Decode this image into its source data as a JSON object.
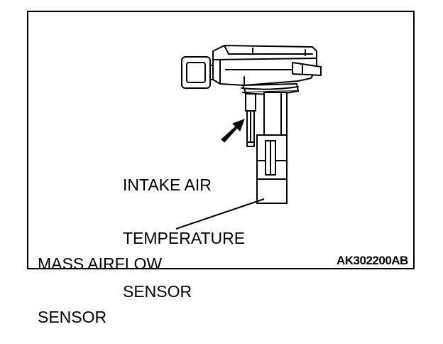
{
  "labels": {
    "intake_air_temp": [
      "INTAKE AIR",
      "TEMPERATURE",
      "SENSOR"
    ],
    "mass_airflow": [
      "MASS AIRFLOW",
      "SENSOR"
    ]
  },
  "figure_code": "AK302200AB",
  "colors": {
    "line": "#000000",
    "background": "#ffffff"
  }
}
